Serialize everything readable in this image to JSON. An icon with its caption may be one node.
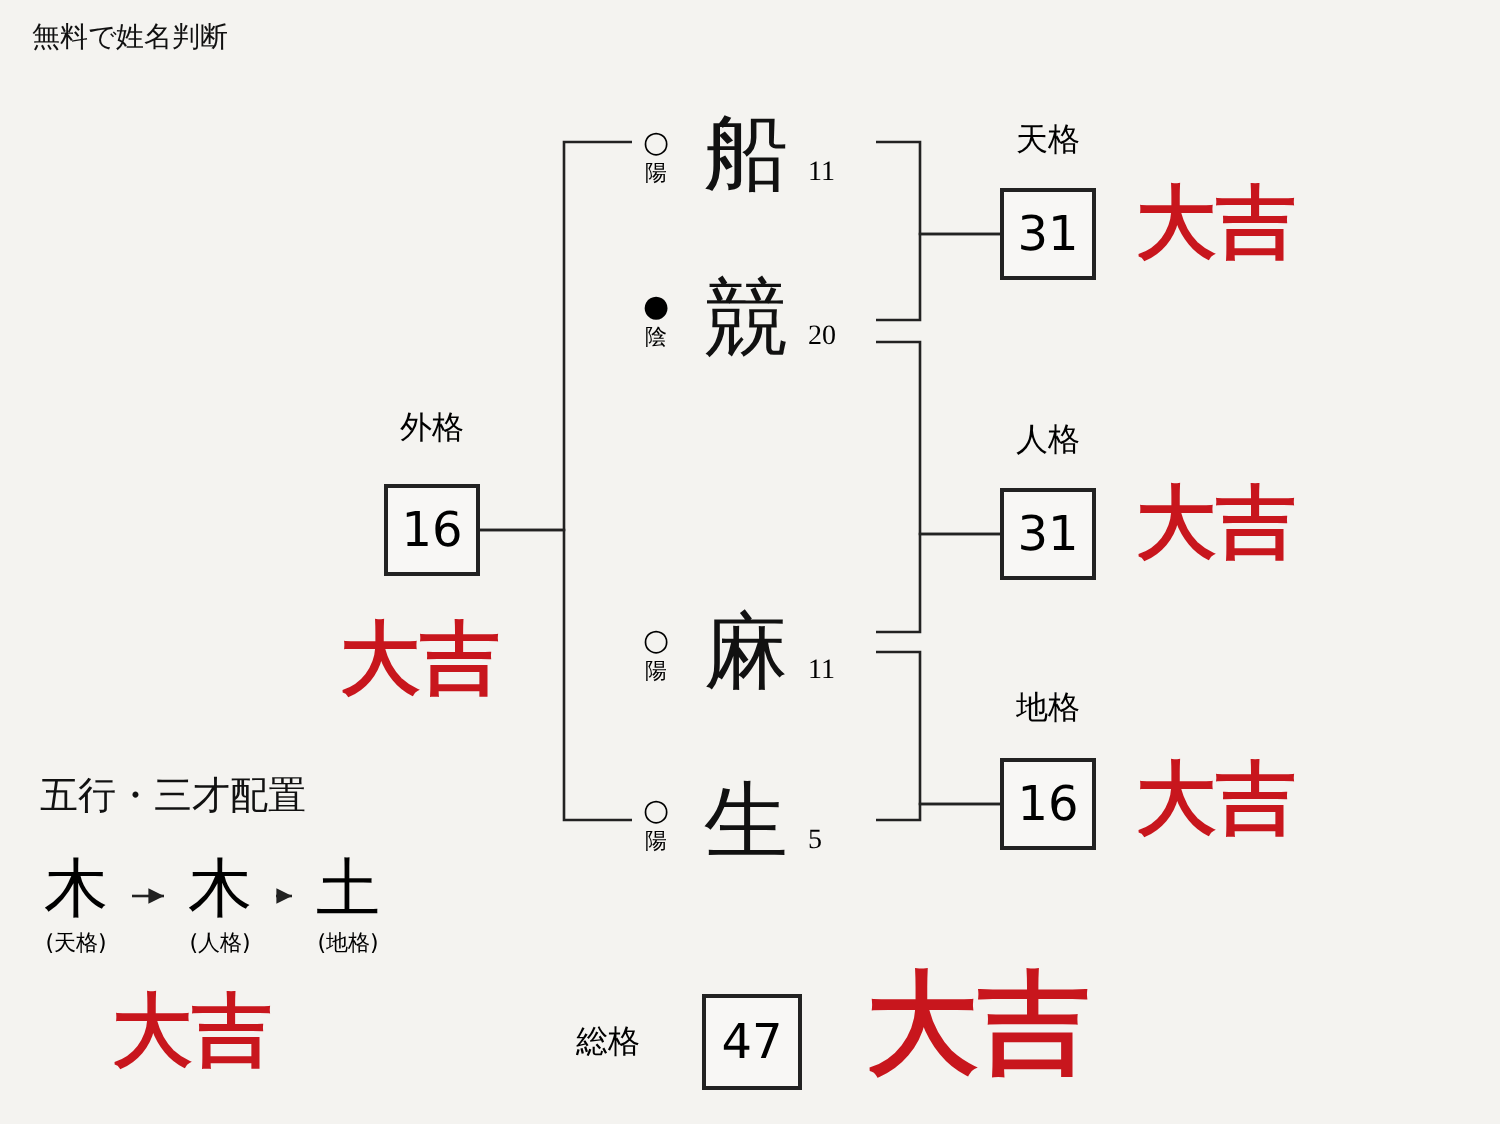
{
  "diagram": {
    "nodes": [
      {
        "text": [
          "船"
        ],
        "beside": [
          "○",
          "陽",
          "11"
        ]
      },
      {
        "text": [
          "競"
        ],
        "beside": [
          "●",
          "陰",
          "20"
        ]
      },
      {
        "text": [
          "麻"
        ],
        "beside": [
          "○",
          "陽",
          "11"
        ]
      },
      {
        "text": [
          "生"
        ],
        "beside": [
          "○",
          "陽",
          "5"
        ]
      },
      {
        "text": [
          "天格",
          "31"
        ]
      },
      {
        "text": [
          "人格",
          "31"
        ]
      },
      {
        "text": [
          "外格",
          "16"
        ]
      },
      {
        "text": [
          "地格",
          "16"
        ]
      },
      {
        "text": [
          "総格",
          "47"
        ]
      },
      {
        "text": [
          "木"
        ],
        "beside": [
          "(天格)"
        ]
      },
      {
        "text": [
          "木"
        ],
        "beside": [
          "(人格)"
        ]
      },
      {
        "text": [
          "土"
        ],
        "beside": [
          "(地格)"
        ]
      }
    ],
    "edges": [
      {
        "from": 0,
        "to": 4,
        "arrow": "none"
      },
      {
        "from": 1,
        "to": 4,
        "arrow": "none"
      },
      {
        "from": 1,
        "to": 5,
        "arrow": "none"
      },
      {
        "from": 2,
        "to": 5,
        "arrow": "none"
      },
      {
        "from": 2,
        "to": 7,
        "arrow": "none"
      },
      {
        "from": 3,
        "to": 7,
        "arrow": "none"
      },
      {
        "from": 0,
        "to": 6,
        "arrow": "none"
      },
      {
        "from": 3,
        "to": 6,
        "arrow": "none"
      },
      {
        "from": 9,
        "to": 10,
        "arrow": "to"
      },
      {
        "from": 10,
        "to": 11,
        "arrow": "to"
      }
    ],
    "labels": [
      "無料で姓名判断",
      "大吉",
      "大吉",
      "大吉",
      "五行・三才配置",
      "大吉",
      "大吉",
      "大吉"
    ]
  }
}
